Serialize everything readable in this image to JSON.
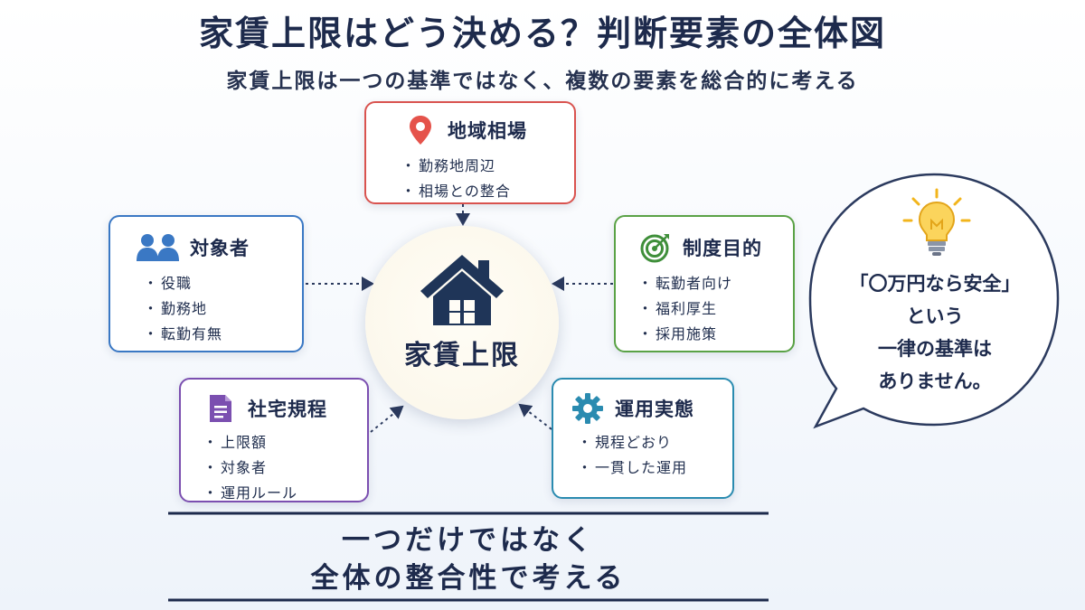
{
  "title": "家賃上限はどう決める？判断要素の全体図",
  "subtitle": "家賃上限は一つの基準ではなく、複数の要素を総合的に考える",
  "center": {
    "label": "家賃上限",
    "icon": "house-icon"
  },
  "cards": {
    "area": {
      "title": "地域相場",
      "icon": "map-pin-icon",
      "color": "#d9534f",
      "items": [
        "勤務地周辺",
        "相場との整合"
      ]
    },
    "target": {
      "title": "対象者",
      "icon": "people-icon",
      "color": "#3a78c4",
      "items": [
        "役職",
        "勤務地",
        "転勤有無"
      ]
    },
    "purpose": {
      "title": "制度目的",
      "icon": "target-icon",
      "color": "#5aa246",
      "items": [
        "転勤者向け",
        "福利厚生",
        "採用施策"
      ]
    },
    "rules": {
      "title": "社宅規程",
      "icon": "document-icon",
      "color": "#7b4fb0",
      "items": [
        "上限額",
        "対象者",
        "運用ルール"
      ]
    },
    "operation": {
      "title": "運用実態",
      "icon": "gear-icon",
      "color": "#2a8bb0",
      "items": [
        "規程どおり",
        "一貫した運用"
      ]
    }
  },
  "bubble": {
    "icon": "lightbulb-icon",
    "lines": [
      "「〇万円なら安全」",
      "という",
      "一律の基準は",
      "ありません。"
    ]
  },
  "conclusion": {
    "line1": "一つだけではなく",
    "line2": "全体の整合性で考える"
  }
}
